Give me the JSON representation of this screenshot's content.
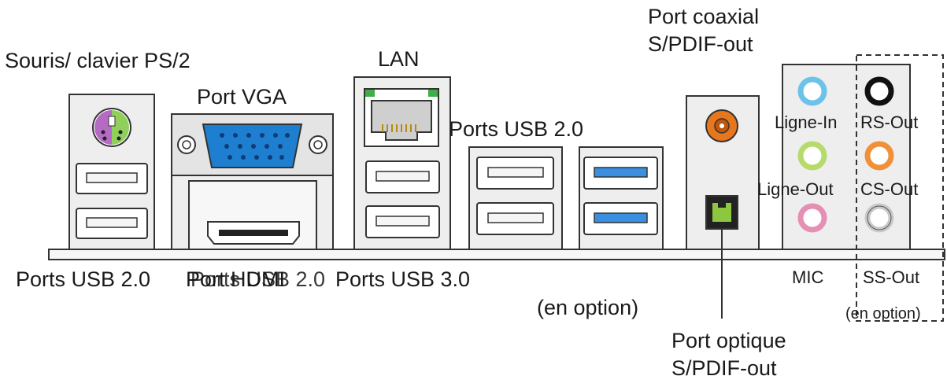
{
  "labels": {
    "ps2": "Souris/ clavier PS/2",
    "vga": "Port VGA",
    "lan": "LAN",
    "coax_line1": "Port coaxial",
    "coax_line2": "S/PDIF-out",
    "usb20_mid": "Ports USB 2.0",
    "usb20_bottom": "Ports USB 2.0",
    "hdmi": "Port HDMI",
    "usb20_overlap": "Ports USB 2.0",
    "usb30": "Ports USB 3.0",
    "en_option": "(en option)",
    "optique_line1": "Port optique",
    "optique_line2": "S/PDIF-out",
    "ligne_in": "Ligne-In",
    "ligne_out": "Ligne-Out",
    "rs_out": "RS-Out",
    "cs_out": "CS-Out",
    "mic": "MIC",
    "ss_out": "SS-Out",
    "en_option_audio": "(en option)"
  },
  "colors": {
    "ps2_purple": "#b56bc4",
    "ps2_green": "#8fcf5a",
    "vga_blue": "#1e7fd0",
    "usb3_blue": "#3a8fe0",
    "lan_led_green": "#3fae49",
    "coax_orange": "#e8761c",
    "optical_green": "#8dc63f",
    "audio_blue": "#6cc3ea",
    "audio_green": "#b7db6b",
    "audio_pink": "#e58fb4",
    "audio_black": "#111111",
    "audio_orange": "#f0913a",
    "audio_gray": "#c9c9c9",
    "panel_fill": "#eeeeee",
    "outline": "#333333"
  }
}
